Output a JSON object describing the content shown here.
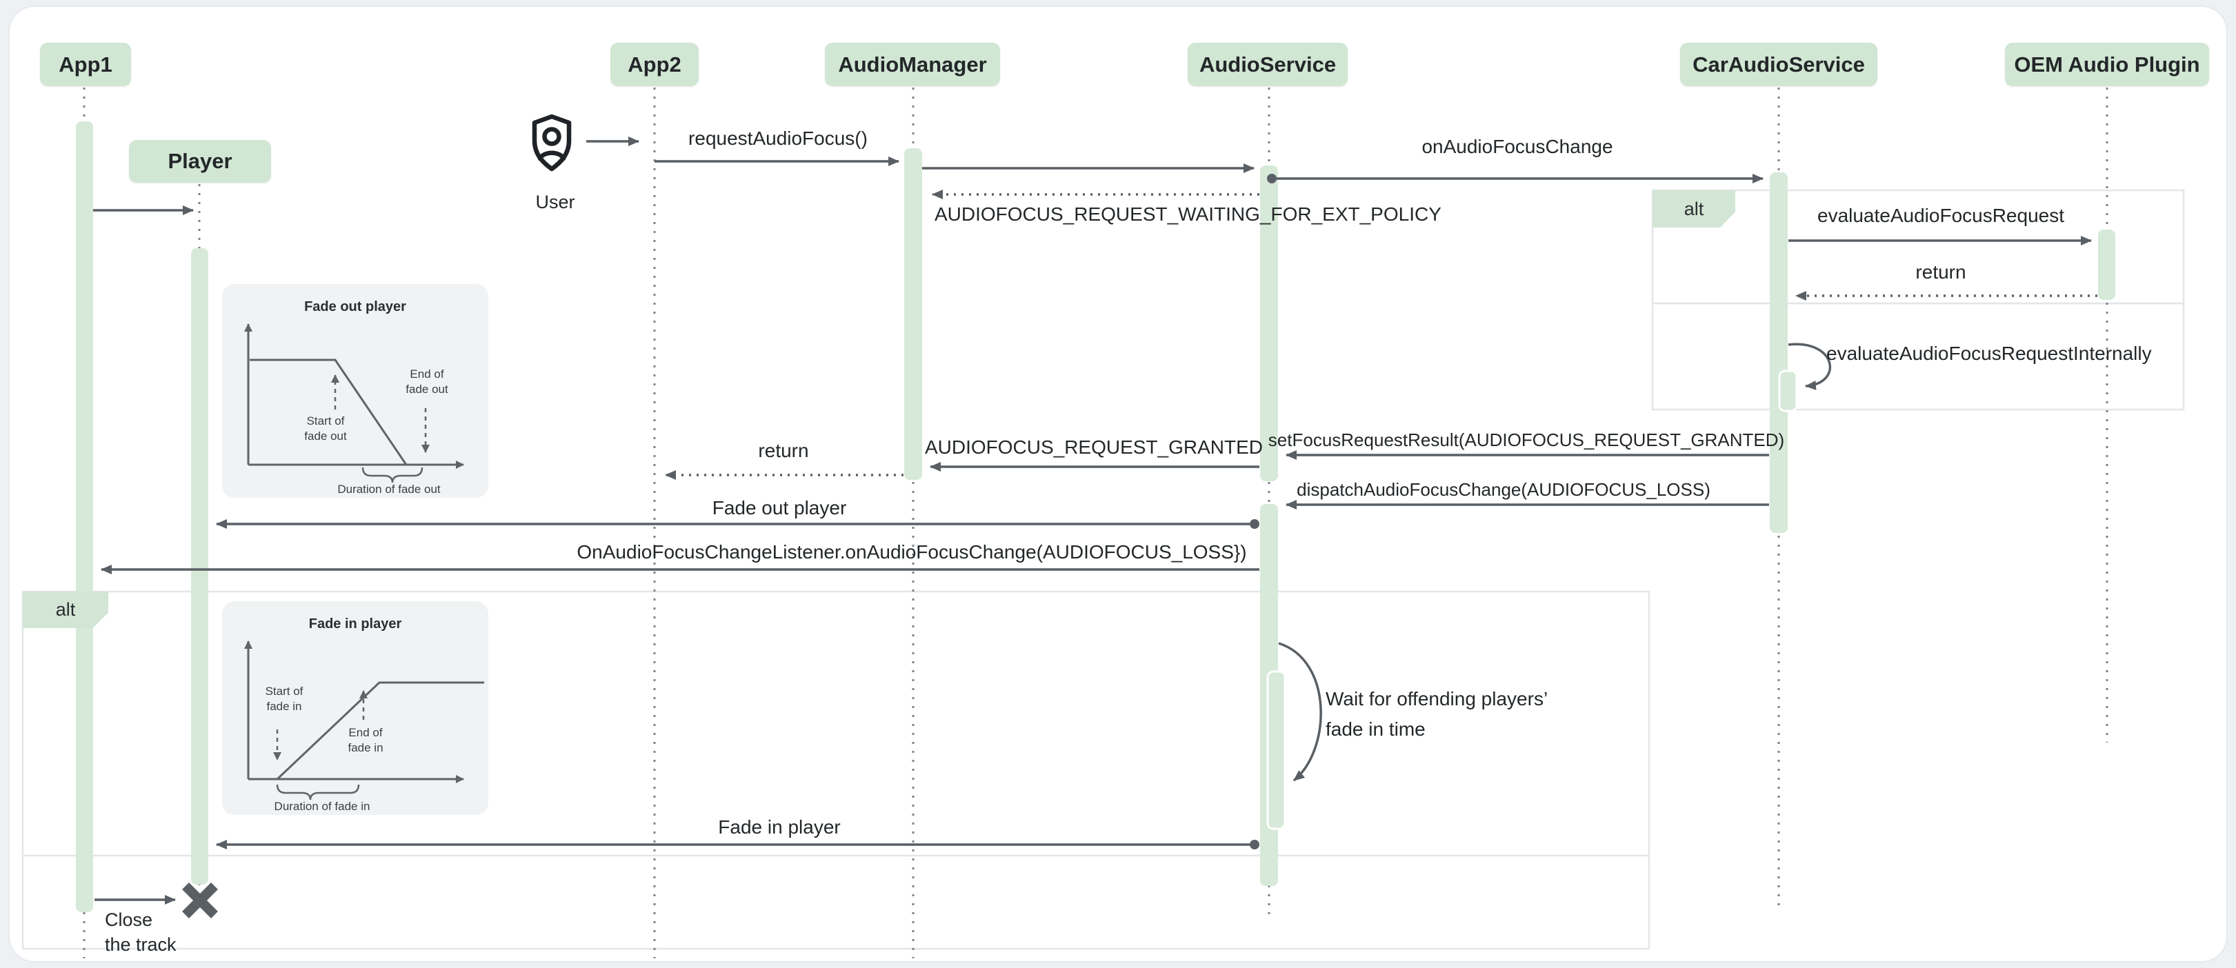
{
  "participants": {
    "app1": "App1",
    "app2": "App2",
    "audio_manager": "AudioManager",
    "audio_service": "AudioService",
    "car_audio_service": "CarAudioService",
    "oem_plugin": "OEM Audio Plugin",
    "player": "Player",
    "user": "User"
  },
  "fragments": {
    "left_alt": "alt",
    "right_alt": "alt"
  },
  "messages": {
    "request_audio_focus": "requestAudioFocus()",
    "on_audio_focus_change": "onAudioFocusChange",
    "waiting_ext_policy": "AUDIOFOCUS_REQUEST_WAITING_FOR_EXT_POLICY",
    "evaluate_request": "evaluateAudioFocusRequest",
    "return_right": "return",
    "evaluate_internally": "evaluateAudioFocusRequestInternally",
    "set_focus_result": "setFocusRequestResult(AUDIOFOCUS_REQUEST_GRANTED)",
    "request_granted": "AUDIOFOCUS_REQUEST_GRANTED",
    "return_left": "return",
    "dispatch_change": "dispatchAudioFocusChange(AUDIOFOCUS_LOSS)",
    "fade_out_player": "Fade out player",
    "on_focus_change_listener": "OnAudioFocusChangeListener.onAudioFocusChange(AUDIOFOCUS_LOSS})",
    "wait_note": "Wait for offending players’\nfade in time",
    "fade_in_player": "Fade in player",
    "close_track": "Close\nthe track"
  },
  "insets": {
    "fade_out": {
      "title": "Fade out player",
      "start": "Start of\nfade out",
      "end": "End of\nfade out",
      "duration": "Duration of fade out"
    },
    "fade_in": {
      "title": "Fade in player",
      "start": "Start of\nfade in",
      "end": "End of\nfade in",
      "duration": "Duration of fade in"
    }
  },
  "colors": {
    "participant_fill": "#d1e6d3",
    "activation_fill": "#d7e9d8",
    "arrow": "#595f64",
    "text": "#232729",
    "frame_border": "#e3e6e9",
    "lifeline": "#7d8287",
    "inset_bg": "#f0f2f3",
    "canvas_bg": "#ffffff",
    "page_bg": "#eef1f3"
  }
}
